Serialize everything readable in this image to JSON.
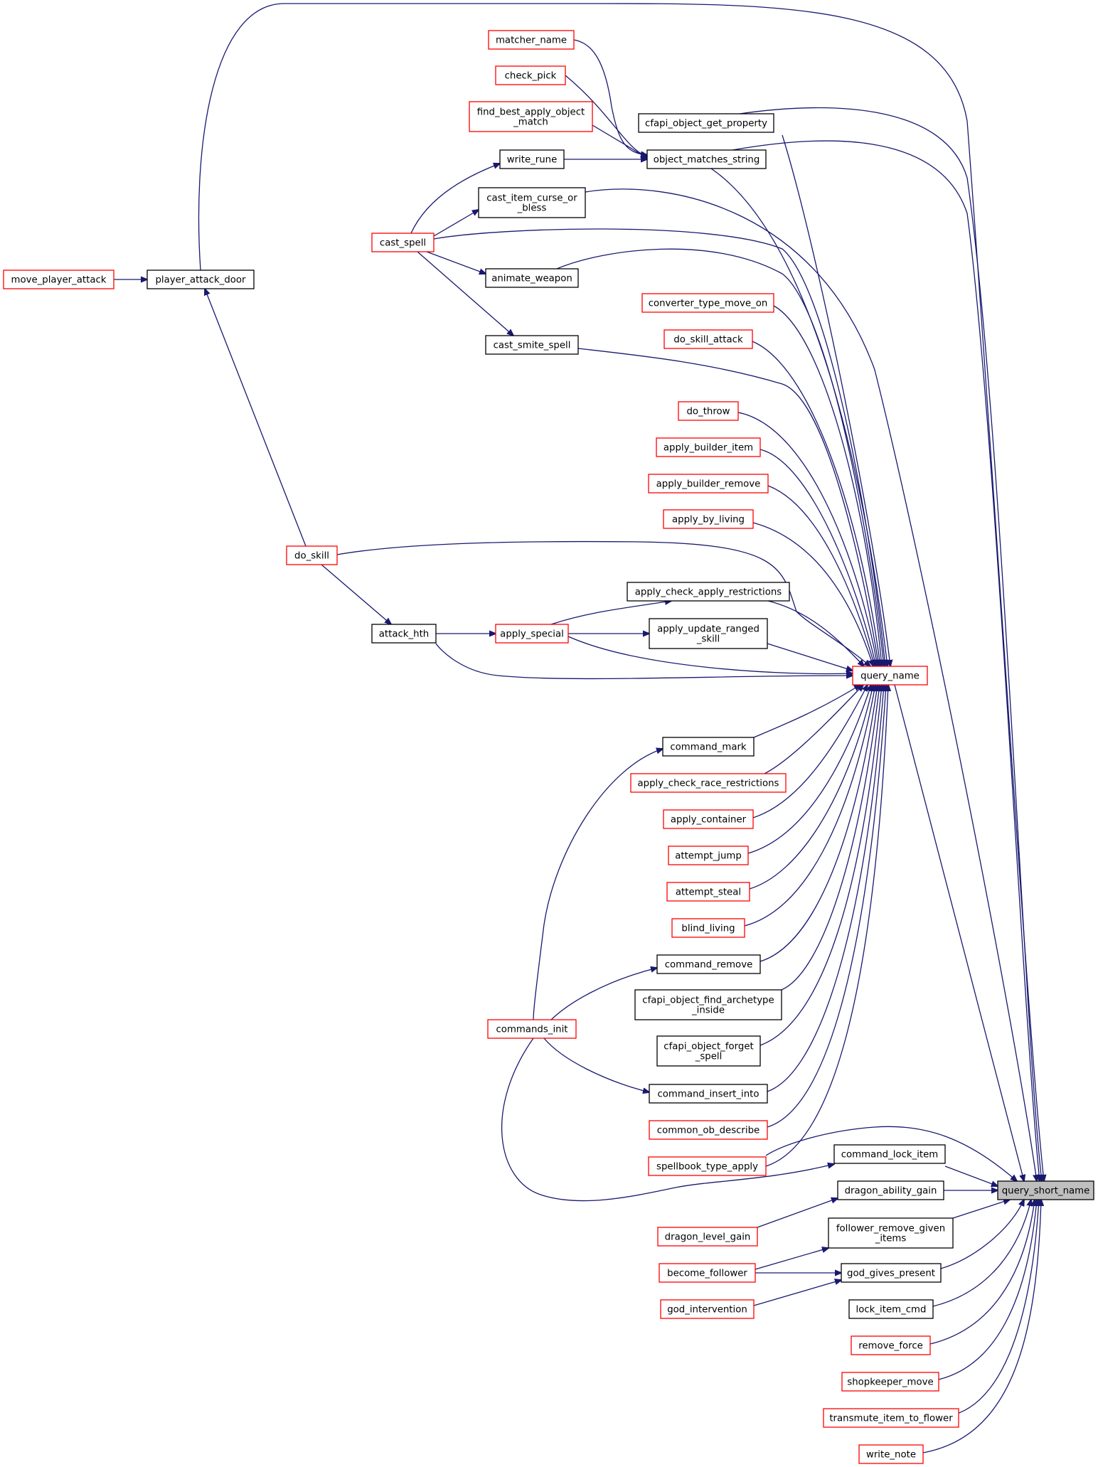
{
  "nodes": [
    {
      "id": "query_short_name",
      "lines": [
        "query_short_name"
      ],
      "style": "root"
    },
    {
      "id": "query_name",
      "lines": [
        "query_name"
      ],
      "style": "red"
    },
    {
      "id": "matcher_name",
      "lines": [
        "matcher_name"
      ],
      "style": "red"
    },
    {
      "id": "check_pick",
      "lines": [
        "check_pick"
      ],
      "style": "red"
    },
    {
      "id": "find_best_apply_object_match",
      "lines": [
        "find_best_apply_object",
        "_match"
      ],
      "style": "red"
    },
    {
      "id": "cfapi_object_get_property",
      "lines": [
        "cfapi_object_get_property"
      ],
      "style": "black"
    },
    {
      "id": "object_matches_string",
      "lines": [
        "object_matches_string"
      ],
      "style": "black"
    },
    {
      "id": "write_rune",
      "lines": [
        "write_rune"
      ],
      "style": "black"
    },
    {
      "id": "cast_item_curse_or_bless",
      "lines": [
        "cast_item_curse_or",
        "_bless"
      ],
      "style": "black"
    },
    {
      "id": "cast_spell",
      "lines": [
        "cast_spell"
      ],
      "style": "red"
    },
    {
      "id": "animate_weapon",
      "lines": [
        "animate_weapon"
      ],
      "style": "black"
    },
    {
      "id": "move_player_attack",
      "lines": [
        "move_player_attack"
      ],
      "style": "red"
    },
    {
      "id": "player_attack_door",
      "lines": [
        "player_attack_door"
      ],
      "style": "black"
    },
    {
      "id": "converter_type_move_on",
      "lines": [
        "converter_type_move_on"
      ],
      "style": "red"
    },
    {
      "id": "do_skill_attack",
      "lines": [
        "do_skill_attack"
      ],
      "style": "red"
    },
    {
      "id": "cast_smite_spell",
      "lines": [
        "cast_smite_spell"
      ],
      "style": "black"
    },
    {
      "id": "do_throw",
      "lines": [
        "do_throw"
      ],
      "style": "red"
    },
    {
      "id": "apply_builder_item",
      "lines": [
        "apply_builder_item"
      ],
      "style": "red"
    },
    {
      "id": "apply_builder_remove",
      "lines": [
        "apply_builder_remove"
      ],
      "style": "red"
    },
    {
      "id": "apply_by_living",
      "lines": [
        "apply_by_living"
      ],
      "style": "red"
    },
    {
      "id": "do_skill",
      "lines": [
        "do_skill"
      ],
      "style": "red"
    },
    {
      "id": "apply_check_apply_restrictions",
      "lines": [
        "apply_check_apply_restrictions"
      ],
      "style": "black"
    },
    {
      "id": "apply_update_ranged_skill",
      "lines": [
        "apply_update_ranged",
        "_skill"
      ],
      "style": "black"
    },
    {
      "id": "attack_hth",
      "lines": [
        "attack_hth"
      ],
      "style": "black"
    },
    {
      "id": "apply_special",
      "lines": [
        "apply_special"
      ],
      "style": "red"
    },
    {
      "id": "command_mark",
      "lines": [
        "command_mark"
      ],
      "style": "black"
    },
    {
      "id": "apply_check_race_restrictions",
      "lines": [
        "apply_check_race_restrictions"
      ],
      "style": "red"
    },
    {
      "id": "apply_container",
      "lines": [
        "apply_container"
      ],
      "style": "red"
    },
    {
      "id": "attempt_jump",
      "lines": [
        "attempt_jump"
      ],
      "style": "red"
    },
    {
      "id": "attempt_steal",
      "lines": [
        "attempt_steal"
      ],
      "style": "red"
    },
    {
      "id": "blind_living",
      "lines": [
        "blind_living"
      ],
      "style": "red"
    },
    {
      "id": "command_remove",
      "lines": [
        "command_remove"
      ],
      "style": "black"
    },
    {
      "id": "cfapi_object_find_archetype_inside",
      "lines": [
        "cfapi_object_find_archetype",
        "_inside"
      ],
      "style": "black"
    },
    {
      "id": "commands_init",
      "lines": [
        "commands_init"
      ],
      "style": "red"
    },
    {
      "id": "cfapi_object_forget_spell",
      "lines": [
        "cfapi_object_forget",
        "_spell"
      ],
      "style": "black"
    },
    {
      "id": "command_insert_into",
      "lines": [
        "command_insert_into"
      ],
      "style": "black"
    },
    {
      "id": "common_ob_describe",
      "lines": [
        "common_ob_describe"
      ],
      "style": "red"
    },
    {
      "id": "spellbook_type_apply",
      "lines": [
        "spellbook_type_apply"
      ],
      "style": "red"
    },
    {
      "id": "command_lock_item",
      "lines": [
        "command_lock_item"
      ],
      "style": "black"
    },
    {
      "id": "dragon_ability_gain",
      "lines": [
        "dragon_ability_gain"
      ],
      "style": "black"
    },
    {
      "id": "dragon_level_gain",
      "lines": [
        "dragon_level_gain"
      ],
      "style": "red"
    },
    {
      "id": "follower_remove_given_items",
      "lines": [
        "follower_remove_given",
        "_items"
      ],
      "style": "black"
    },
    {
      "id": "become_follower",
      "lines": [
        "become_follower"
      ],
      "style": "red"
    },
    {
      "id": "god_gives_present",
      "lines": [
        "god_gives_present"
      ],
      "style": "black"
    },
    {
      "id": "god_intervention",
      "lines": [
        "god_intervention"
      ],
      "style": "red"
    },
    {
      "id": "lock_item_cmd",
      "lines": [
        "lock_item_cmd"
      ],
      "style": "black"
    },
    {
      "id": "remove_force",
      "lines": [
        "remove_force"
      ],
      "style": "red"
    },
    {
      "id": "shopkeeper_move",
      "lines": [
        "shopkeeper_move"
      ],
      "style": "red"
    },
    {
      "id": "transmute_item_to_flower",
      "lines": [
        "transmute_item_to_flower"
      ],
      "style": "red"
    },
    {
      "id": "write_note",
      "lines": [
        "write_note"
      ],
      "style": "red"
    }
  ],
  "edges": [
    [
      "query_short_name",
      "player_attack_door"
    ],
    [
      "query_short_name",
      "cfapi_object_get_property"
    ],
    [
      "query_short_name",
      "object_matches_string"
    ],
    [
      "query_short_name",
      "cast_item_curse_or_bless"
    ],
    [
      "query_short_name",
      "query_name"
    ],
    [
      "query_short_name",
      "command_lock_item"
    ],
    [
      "query_short_name",
      "dragon_ability_gain"
    ],
    [
      "query_short_name",
      "follower_remove_given_items"
    ],
    [
      "query_short_name",
      "god_gives_present"
    ],
    [
      "query_short_name",
      "lock_item_cmd"
    ],
    [
      "query_short_name",
      "remove_force"
    ],
    [
      "query_short_name",
      "shopkeeper_move"
    ],
    [
      "query_short_name",
      "transmute_item_to_flower"
    ],
    [
      "query_short_name",
      "write_note"
    ],
    [
      "query_short_name",
      "spellbook_type_apply"
    ],
    [
      "query_name",
      "cfapi_object_get_property"
    ],
    [
      "query_name",
      "object_matches_string"
    ],
    [
      "query_name",
      "cast_spell"
    ],
    [
      "query_name",
      "animate_weapon"
    ],
    [
      "query_name",
      "converter_type_move_on"
    ],
    [
      "query_name",
      "do_skill_attack"
    ],
    [
      "query_name",
      "cast_smite_spell"
    ],
    [
      "query_name",
      "do_throw"
    ],
    [
      "query_name",
      "apply_builder_item"
    ],
    [
      "query_name",
      "apply_builder_remove"
    ],
    [
      "query_name",
      "apply_by_living"
    ],
    [
      "query_name",
      "do_skill"
    ],
    [
      "query_name",
      "apply_check_apply_restrictions"
    ],
    [
      "query_name",
      "apply_update_ranged_skill"
    ],
    [
      "query_name",
      "apply_special"
    ],
    [
      "query_name",
      "attack_hth"
    ],
    [
      "query_name",
      "command_mark"
    ],
    [
      "query_name",
      "apply_check_race_restrictions"
    ],
    [
      "query_name",
      "apply_container"
    ],
    [
      "query_name",
      "attempt_jump"
    ],
    [
      "query_name",
      "attempt_steal"
    ],
    [
      "query_name",
      "blind_living"
    ],
    [
      "query_name",
      "command_remove"
    ],
    [
      "query_name",
      "cfapi_object_find_archetype_inside"
    ],
    [
      "query_name",
      "cfapi_object_forget_spell"
    ],
    [
      "query_name",
      "command_insert_into"
    ],
    [
      "query_name",
      "common_ob_describe"
    ],
    [
      "query_name",
      "spellbook_type_apply"
    ],
    [
      "object_matches_string",
      "matcher_name"
    ],
    [
      "object_matches_string",
      "check_pick"
    ],
    [
      "object_matches_string",
      "find_best_apply_object_match"
    ],
    [
      "object_matches_string",
      "write_rune"
    ],
    [
      "write_rune",
      "cast_spell"
    ],
    [
      "cast_item_curse_or_bless",
      "cast_spell"
    ],
    [
      "animate_weapon",
      "cast_spell"
    ],
    [
      "cast_smite_spell",
      "cast_spell"
    ],
    [
      "player_attack_door",
      "move_player_attack"
    ],
    [
      "player_attack_door",
      "do_skill"
    ],
    [
      "attack_hth",
      "do_skill"
    ],
    [
      "apply_special",
      "attack_hth"
    ],
    [
      "apply_check_apply_restrictions",
      "apply_special"
    ],
    [
      "apply_update_ranged_skill",
      "apply_special"
    ],
    [
      "command_mark",
      "commands_init"
    ],
    [
      "command_remove",
      "commands_init"
    ],
    [
      "command_insert_into",
      "commands_init"
    ],
    [
      "command_lock_item",
      "commands_init"
    ],
    [
      "dragon_ability_gain",
      "dragon_level_gain"
    ],
    [
      "follower_remove_given_items",
      "become_follower"
    ],
    [
      "god_gives_present",
      "become_follower"
    ],
    [
      "god_gives_present",
      "god_intervention"
    ]
  ]
}
